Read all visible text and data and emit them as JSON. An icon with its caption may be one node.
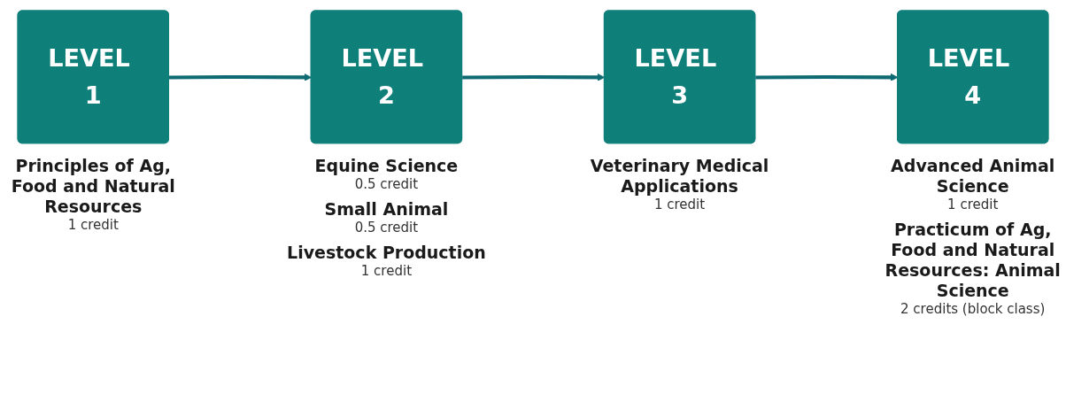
{
  "diagram": {
    "nodes": [
      {
        "text": [
          "LEVEL 1"
        ],
        "beside": [
          "Principles of Ag, Food and Natural Resources",
          "1 credit"
        ]
      },
      {
        "text": [
          "LEVEL 2"
        ],
        "beside": [
          "Equine Science",
          "0.5 credit",
          "Small Animal",
          "0.5 credit",
          "Livestock Production",
          "1 credit"
        ]
      },
      {
        "text": [
          "LEVEL 3"
        ],
        "beside": [
          "Veterinary Medical Applications",
          "1 credit"
        ]
      },
      {
        "text": [
          "LEVEL 4"
        ],
        "beside": [
          "Advanced Animal Science",
          "1 credit",
          "Practicum of Ag, Food and Natural Resources: Animal Science",
          "2 credits (block class)"
        ]
      }
    ],
    "edges": [
      {
        "from": 0,
        "to": 1,
        "arrow": "to"
      },
      {
        "from": 1,
        "to": 2,
        "arrow": "to"
      },
      {
        "from": 2,
        "to": 3,
        "arrow": "to"
      }
    ]
  }
}
